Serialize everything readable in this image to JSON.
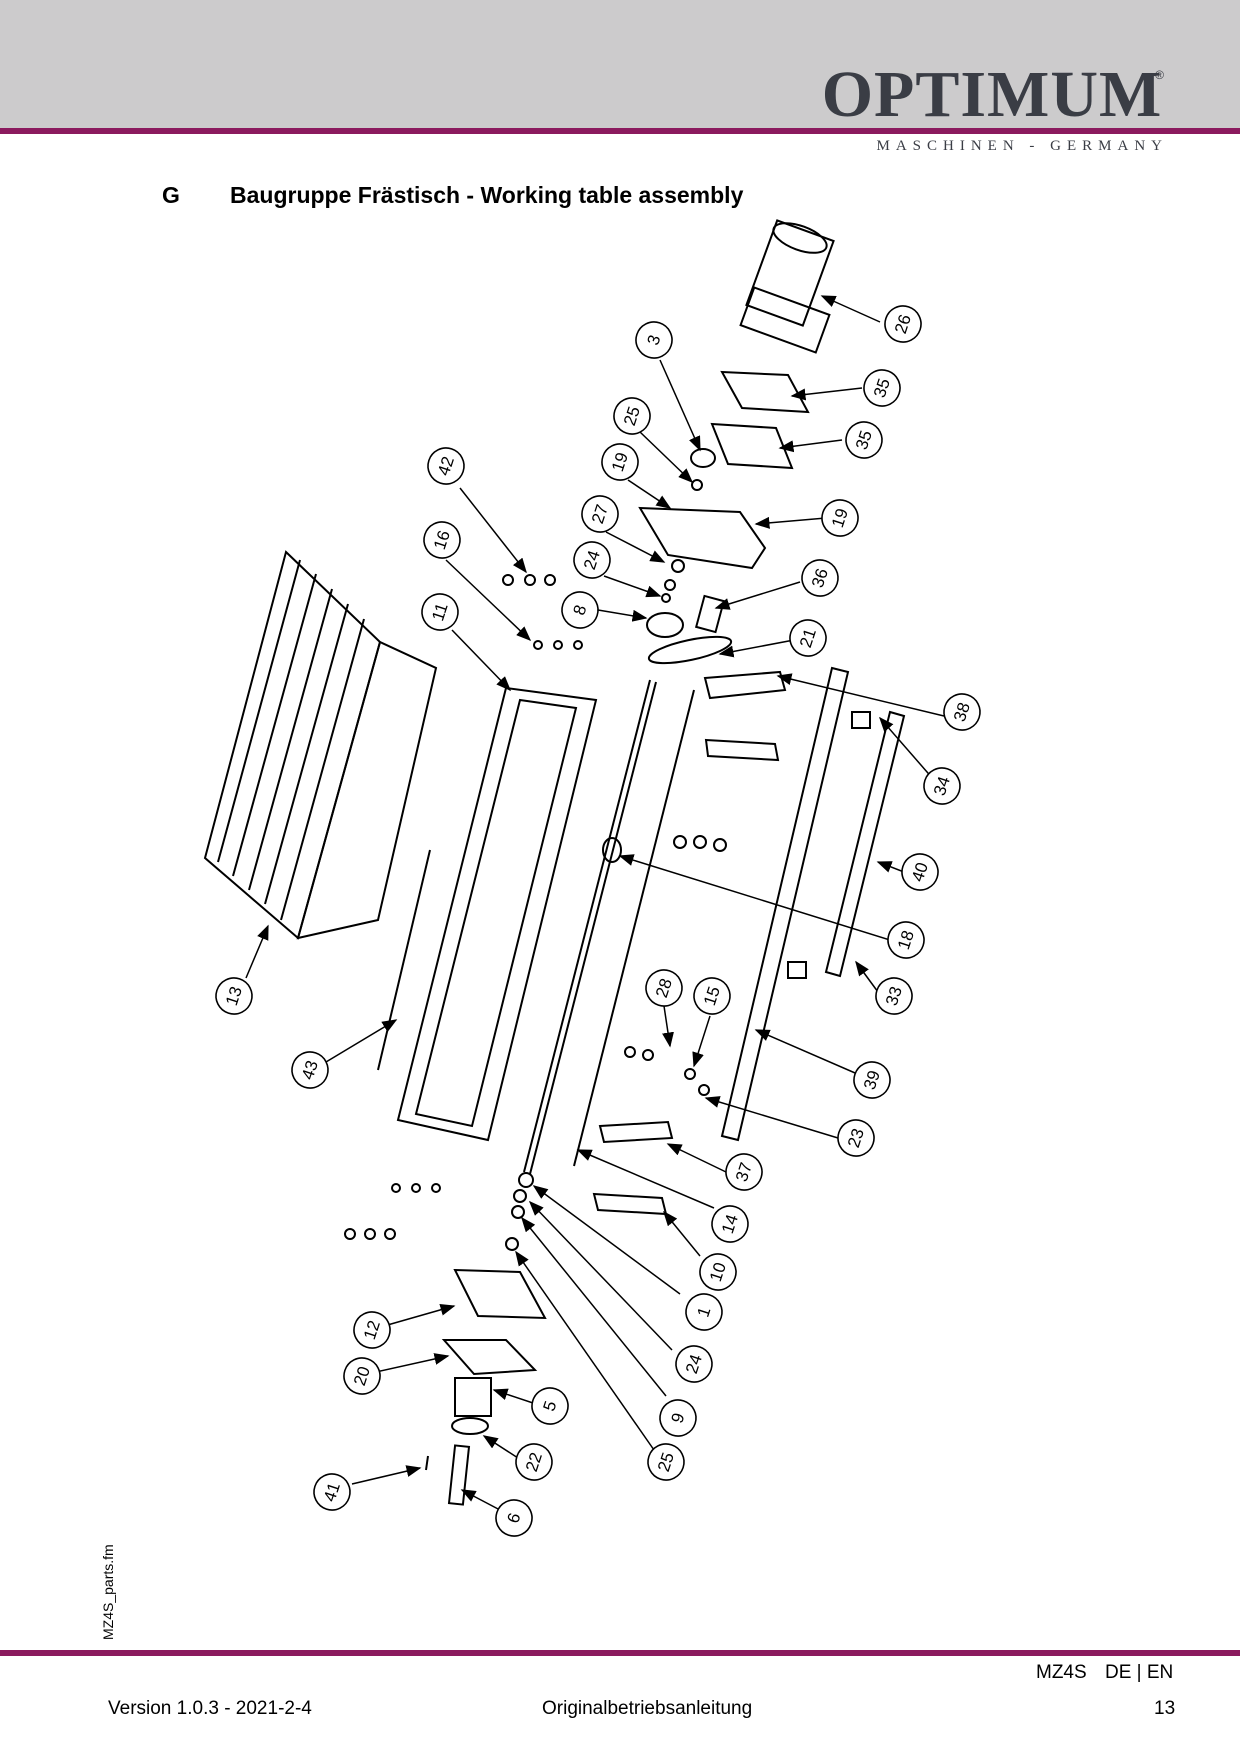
{
  "header": {
    "logo_text": "OPTIMUM",
    "logo_registered": "®",
    "logo_subtitle": "MASCHINEN - GERMANY"
  },
  "section": {
    "letter": "G",
    "title": "Baugruppe Frästisch - Working table assembly"
  },
  "drawing": {
    "part_numbers": [
      "26",
      "3",
      "35",
      "35",
      "25",
      "19",
      "19",
      "42",
      "27",
      "16",
      "24",
      "36",
      "11",
      "8",
      "21",
      "38",
      "34",
      "40",
      "18",
      "13",
      "28",
      "15",
      "43",
      "39",
      "33",
      "23",
      "37",
      "14",
      "10",
      "1",
      "12",
      "24",
      "20",
      "5",
      "9",
      "22",
      "25",
      "41",
      "6"
    ]
  },
  "side_label": "MZ4S_parts.fm",
  "footer": {
    "model": "MZ4S",
    "languages": "DE | EN",
    "version": "Version 1.0.3 - 2021-2-4",
    "manual": "Originalbetriebsanleitung",
    "page": "13"
  }
}
